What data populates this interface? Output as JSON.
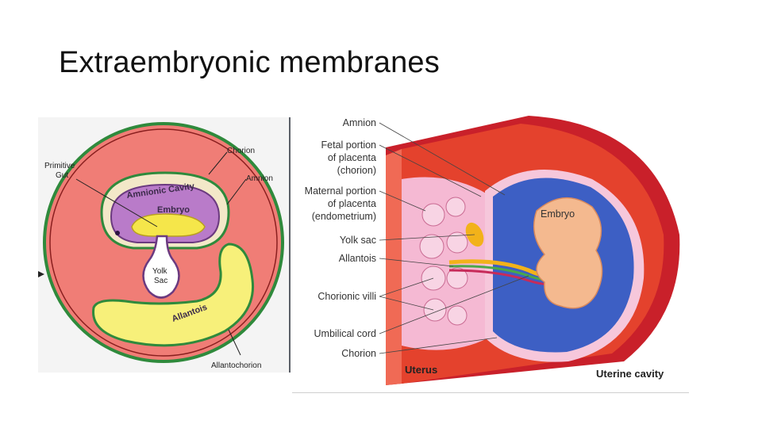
{
  "slide": {
    "title": "Extraembryonic membranes"
  },
  "left_diagram": {
    "labels": {
      "primitive_gut_1": "Primitive",
      "primitive_gut_2": "Gut",
      "chorion": "Chorion",
      "amnion": "Amnion",
      "amnionic_cavity": "Amnionic Cavity",
      "embryo": "Embryo",
      "yolk_sac_1": "Yolk",
      "yolk_sac_2": "Sac",
      "allantois": "Allantois",
      "allantochorion": "Allantochorion"
    },
    "colors": {
      "chorion_fill": "#f07d76",
      "chorion_border": "#2f8a3c",
      "amnion_fill": "#f3e8c8",
      "cavity_fill": "#b97bc9",
      "embryo_fill": "#f5e64a",
      "allantois_fill": "#f7f07a"
    }
  },
  "right_diagram": {
    "labels": {
      "amnion": "Amnion",
      "fetal_portion_1": "Fetal portion",
      "fetal_portion_2": "of placenta",
      "fetal_portion_3": "(chorion)",
      "maternal_portion_1": "Maternal portion",
      "maternal_portion_2": "of placenta",
      "maternal_portion_3": "(endometrium)",
      "yolk_sac": "Yolk sac",
      "allantois": "Allantois",
      "chorionic_villi": "Chorionic villi",
      "umbilical_cord": "Umbilical cord",
      "chorion": "Chorion",
      "embryo": "Embryo",
      "uterus": "Uterus",
      "uterine_cavity": "Uterine cavity"
    },
    "colors": {
      "uterus_wall": "#e4422d",
      "uterus_outer": "#c9202a",
      "amniotic_fluid": "#3d5fc4",
      "embryo_skin": "#f4b98f",
      "yolk": "#f2b21a"
    }
  }
}
